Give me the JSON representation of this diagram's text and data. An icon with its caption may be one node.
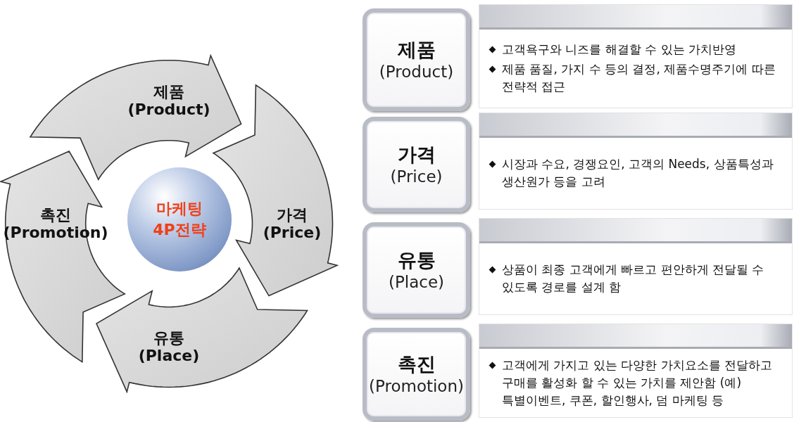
{
  "diagram": {
    "nodes": [
      {
        "text": [
          "제품 (Product)"
        ]
      },
      {
        "text": [
          "가격 (Price)"
        ]
      },
      {
        "text": [
          "유통 (Place)"
        ]
      },
      {
        "text": [
          "촉진 (Promotion)"
        ]
      },
      {
        "text": [
          "마케팅 4P전략"
        ]
      },
      {
        "text": [
          "제품",
          "(Product)"
        ]
      },
      {
        "text": [
          "고객욕구와 니즈를 해결할 수 있는 가치반영",
          "제품 품질, 가지 수 등의 결정, 제품수명주기에 따른 전략적 접근"
        ]
      },
      {
        "text": [
          "가격",
          "(Price)"
        ]
      },
      {
        "text": [
          "시장과 수요, 경쟁요인, 고객의 Needs, 상품특성과 생산원가 등을 고려"
        ]
      },
      {
        "text": [
          "유통",
          "(Place)"
        ]
      },
      {
        "text": [
          "상품이 최종 고객에게 빠르고 편안하게 전달될 수 있도록 경로를 설계 함"
        ]
      },
      {
        "text": [
          "촉진",
          "(Promotion)"
        ]
      },
      {
        "text": [
          "고객에게 가지고 있는 다양한 가치요소를 전달하고 구매를 활성화 할 수 있는 가치를 제안함 (예) 특별이벤트, 쿠폰, 할인행사, 덤 마케팅 등"
        ]
      }
    ]
  }
}
